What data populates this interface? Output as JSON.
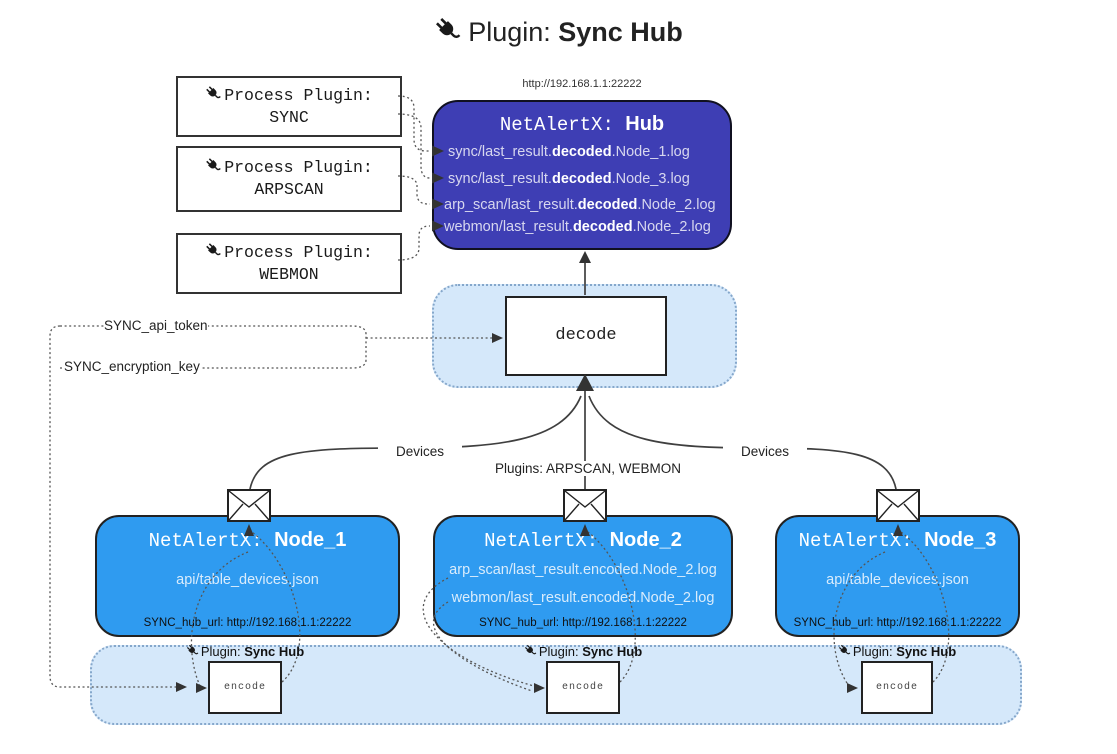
{
  "title": {
    "prefix": "Plugin: ",
    "name": "Sync Hub"
  },
  "process_plugins": [
    {
      "label": "Process Plugin:",
      "name": "SYNC"
    },
    {
      "label": "Process Plugin:",
      "name": "ARPSCAN"
    },
    {
      "label": "Process Plugin:",
      "name": "WEBMON"
    }
  ],
  "hub": {
    "url": "http://192.168.1.1:22222",
    "title_prefix": "NetAlertX: ",
    "title_name": "Hub",
    "lines": [
      {
        "pre": "sync/last_result.",
        "bold": "decoded",
        "post": ".Node_1.log"
      },
      {
        "pre": "sync/last_result.",
        "bold": "decoded",
        "post": ".Node_3.log"
      },
      {
        "pre": "arp_scan/last_result.",
        "bold": "decoded",
        "post": ".Node_2.log"
      },
      {
        "pre": "webmon/last_result.",
        "bold": "decoded",
        "post": ".Node_2.log"
      }
    ]
  },
  "decode": {
    "label": "decode"
  },
  "labels": {
    "api_token": "SYNC_api_token",
    "encryption_key": "SYNC_encryption_key",
    "devices_left": "Devices",
    "devices_right": "Devices",
    "plugins_mid": "Plugins: ARPSCAN, WEBMON"
  },
  "nodes": [
    {
      "title_prefix": "NetAlertX: ",
      "title_name": "Node_1",
      "lines": [
        "api/table_devices.json"
      ],
      "footer": "SYNC_hub_url: http://192.168.1.1:22222"
    },
    {
      "title_prefix": "NetAlertX: ",
      "title_name": "Node_2",
      "lines": [
        "arp_scan/last_result.encoded.Node_2.log",
        "webmon/last_result.encoded.Node_2.log"
      ],
      "footer": "SYNC_hub_url: http://192.168.1.1:22222"
    },
    {
      "title_prefix": "NetAlertX: ",
      "title_name": "Node_3",
      "lines": [
        "api/table_devices.json"
      ],
      "footer": "SYNC_hub_url: http://192.168.1.1:22222"
    }
  ],
  "encoders": [
    {
      "prefix": "Plugin: ",
      "name": "Sync Hub",
      "box": "encode"
    },
    {
      "prefix": "Plugin: ",
      "name": "Sync Hub",
      "box": "encode"
    },
    {
      "prefix": "Plugin: ",
      "name": "Sync Hub",
      "box": "encode"
    }
  ],
  "icons": {
    "plug": "plug-icon",
    "envelope": "envelope-icon"
  },
  "colors": {
    "hub_box": "#3E3EB4",
    "node_box": "#2F9BF0",
    "panel_bg": "#D5E8FA",
    "panel_border": "#85A7CB"
  }
}
